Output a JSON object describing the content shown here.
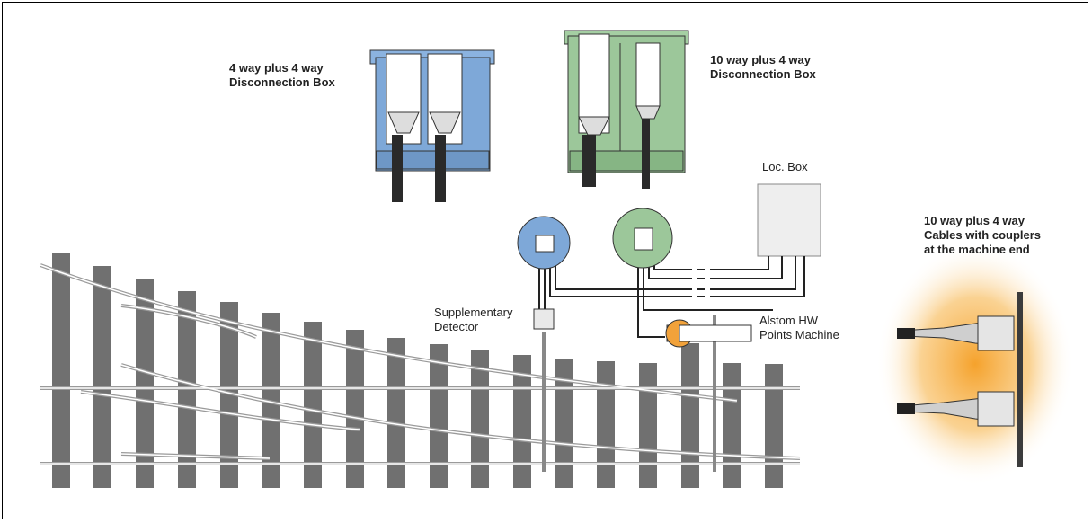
{
  "labels": {
    "box_4way": [
      "4 way plus 4 way",
      "Disconnection Box"
    ],
    "box_10way": [
      "10 way plus 4 way",
      "Disconnection Box"
    ],
    "loc_box": "Loc. Box",
    "supp_detector": [
      "Supplementary",
      "Detector"
    ],
    "alstom": [
      "Alstom HW",
      "Points Machine"
    ],
    "cables": [
      "10 way plus 4 way",
      "Cables with couplers",
      "at the machine end"
    ]
  },
  "colors": {
    "blue_box": "#7ea8d8",
    "green_box": "#9cc79a",
    "sleeper": "#6f6f6f",
    "rail": "#b8b8b8",
    "orange_glow": "#f2a23a",
    "loc_box_fill": "#eeeeee"
  }
}
